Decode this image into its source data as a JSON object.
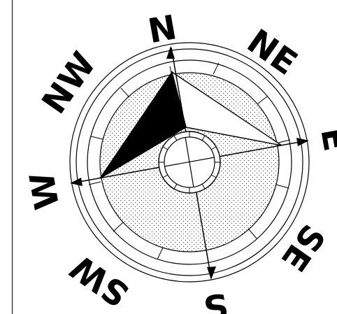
{
  "compass": {
    "north": "N",
    "north_east": "NE",
    "east": "E",
    "south_east": "SE",
    "south": "S",
    "south_west": "SW",
    "west": "W",
    "north_west": "NW"
  },
  "colors": {
    "ink": "#000000",
    "paper": "#ffffff"
  }
}
